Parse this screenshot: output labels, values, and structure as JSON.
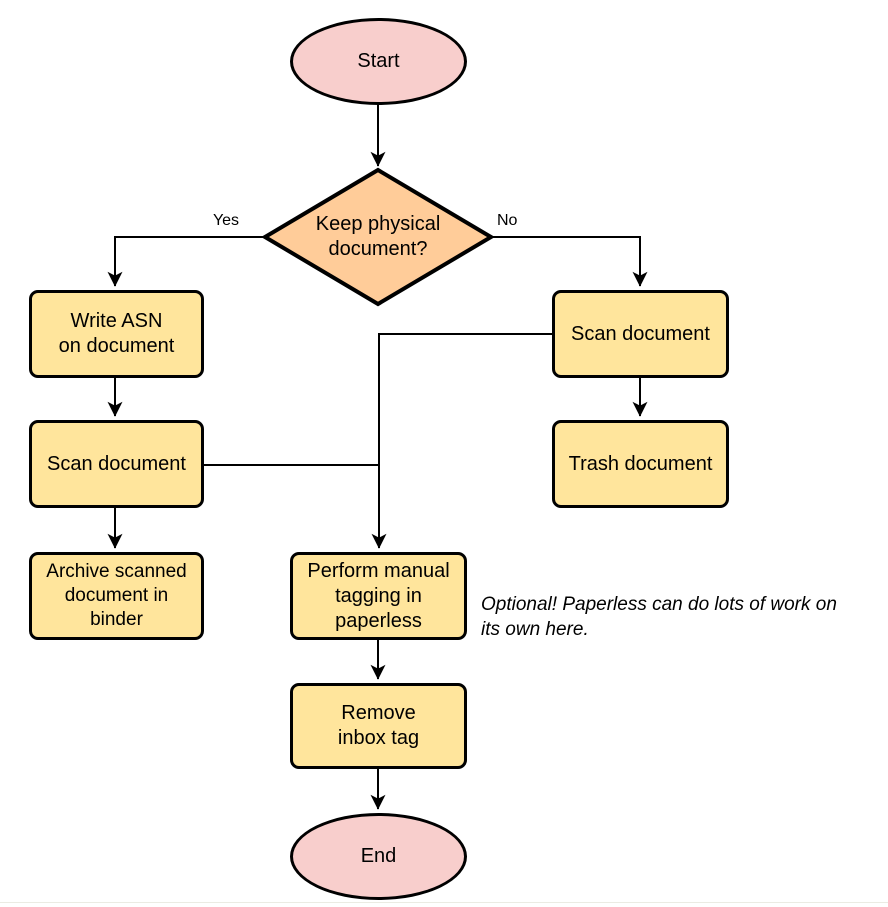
{
  "diagram": {
    "type": "flowchart",
    "nodes": {
      "start": {
        "label": "Start",
        "shape": "ellipse"
      },
      "decision": {
        "label": "Keep physical\ndocument?",
        "shape": "diamond"
      },
      "write_asn": {
        "label": "Write ASN\non document",
        "shape": "rounded-rect"
      },
      "scan_left": {
        "label": "Scan document",
        "shape": "rounded-rect"
      },
      "archive": {
        "label": "Archive scanned\ndocument in\nbinder",
        "shape": "rounded-rect"
      },
      "scan_right": {
        "label": "Scan document",
        "shape": "rounded-rect"
      },
      "trash": {
        "label": "Trash document",
        "shape": "rounded-rect"
      },
      "tagging": {
        "label": "Perform manual\ntagging in\npaperless",
        "shape": "rounded-rect"
      },
      "remove_inbox": {
        "label": "Remove\ninbox tag",
        "shape": "rounded-rect"
      },
      "end": {
        "label": "End",
        "shape": "ellipse"
      }
    },
    "edge_labels": {
      "yes": "Yes",
      "no": "No"
    },
    "annotation": "Optional! Paperless can do lots of work on\nits own here.",
    "colors": {
      "terminator_fill": "#F8CECC",
      "decision_fill": "#FFCC99",
      "process_fill": "#FFE59C",
      "stroke": "#000000",
      "background": "#FFFFFF",
      "bottom_rule": "#EBEBE3"
    }
  }
}
